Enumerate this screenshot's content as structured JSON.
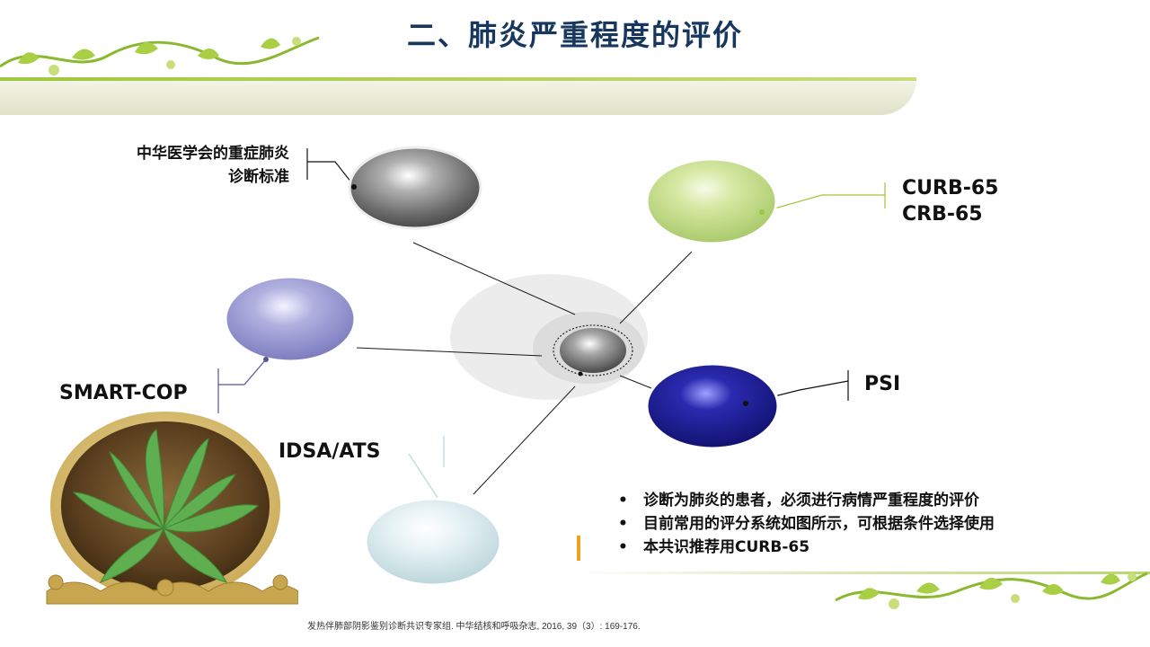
{
  "slide": {
    "title": "二、肺炎严重程度的评价"
  },
  "diagram": {
    "nodes": {
      "cn_criteria": {
        "label_line1": "中华医学会的重症肺炎",
        "label_line2": "诊断标准",
        "color": "#6f6f6f"
      },
      "curb": {
        "label_line1": "CURB-65",
        "label_line2": "CRB-65",
        "color": "#c5dc85"
      },
      "psi": {
        "label": "PSI",
        "color": "#1f1f8f"
      },
      "smart_cop": {
        "label": "SMART-COP",
        "color": "#9b9bd0"
      },
      "idsa_ats": {
        "label": "IDSA/ATS",
        "color": "#d6e8ec"
      }
    },
    "hub_color": "#8a8a8a"
  },
  "bullets": [
    "诊断为肺炎的患者，必须进行病情严重程度的评价",
    "目前常用的评分系统如图所示，可根据条件选择使用",
    "本共识推荐用CURB-65"
  ],
  "citation": "发热伴肺部阴影鉴别诊断共识专家组. 中华结核和呼吸杂志, 2016, 39（3）: 169-176.",
  "icons": {
    "plant": "plant-photo-icon",
    "vine_top": "floral-vine-icon",
    "vine_bottom": "floral-vine-icon"
  }
}
